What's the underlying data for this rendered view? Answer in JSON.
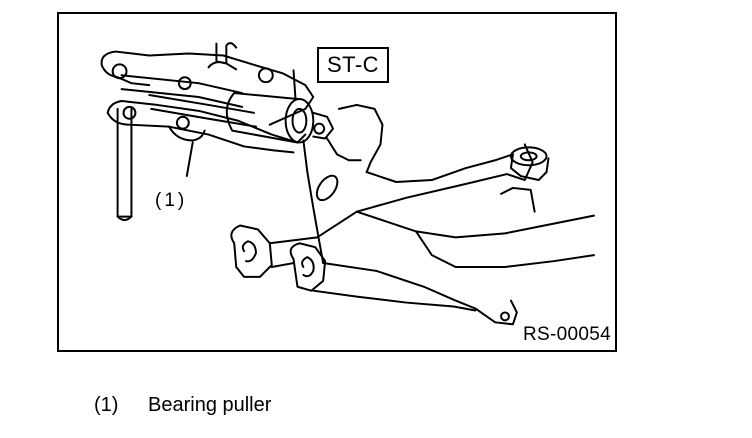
{
  "figure": {
    "callout_label": "ST-C",
    "part_ref_label": "(1)",
    "figure_code": "RS-00054"
  },
  "legend": {
    "items": [
      {
        "number": "(1)",
        "text": "Bearing puller"
      }
    ]
  },
  "colors": {
    "line": "#000000",
    "background": "#ffffff"
  }
}
